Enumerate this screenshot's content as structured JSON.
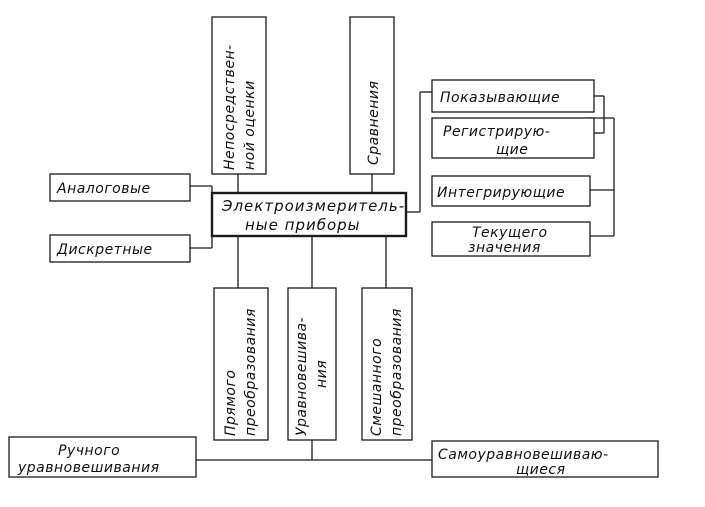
{
  "diagram": {
    "center": {
      "line1": "Электроизмеритель-",
      "line2": "ные приборы"
    },
    "top": {
      "direct": {
        "line1": "Непосредствен-",
        "line2": "ной оценки"
      },
      "comparison": {
        "line1": "Сравнения"
      }
    },
    "left": {
      "analog": "Аналоговые",
      "digital": "Дискретные"
    },
    "right": {
      "indicating": "Показывающие",
      "recording": {
        "line1": "Регистрирую-",
        "line2": "щие"
      },
      "integrating": "Интегрирующие",
      "current_value": {
        "line1": "Текущего",
        "line2": "значения"
      }
    },
    "bottom": {
      "direct_conversion": {
        "line1": "Прямого",
        "line2": "преобразования"
      },
      "balancing": {
        "line1": "Уравновешива-",
        "line2": "ния"
      },
      "mixed_conversion": {
        "line1": "Смешанного",
        "line2": "преобразования"
      }
    },
    "lowest": {
      "manual": {
        "line1": "Ручного",
        "line2": "уравновешивания"
      },
      "self": {
        "line1": "Самоуравновешиваю-",
        "line2": "щиеся"
      }
    }
  }
}
